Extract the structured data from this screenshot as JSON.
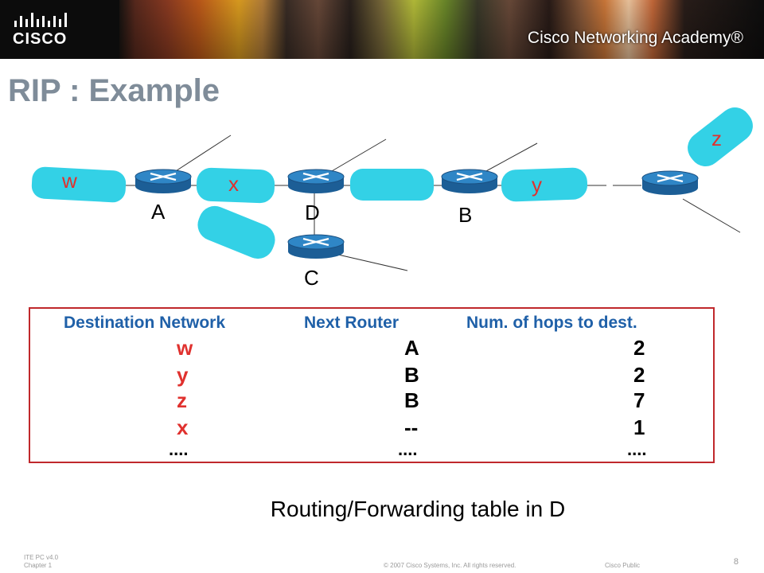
{
  "header": {
    "brand": "CISCO",
    "academy": "Cisco Networking Academy®"
  },
  "slide": {
    "title": "RIP : Example"
  },
  "diagram": {
    "routers": [
      "A",
      "D",
      "B",
      "C"
    ],
    "networks": [
      "w",
      "x",
      "y",
      "z"
    ],
    "router_label_color": "#000000",
    "network_label_color": "#e0312e",
    "network_color": "#33d1e6",
    "router_color": "#2a78b5"
  },
  "table": {
    "headers": [
      "Destination Network",
      "Next  Router",
      "Num. of hops to dest."
    ],
    "rows": [
      {
        "dest": "w",
        "next": "A",
        "hops": "2"
      },
      {
        "dest": "y",
        "next": "B",
        "hops": "2"
      },
      {
        "dest": "z",
        "next": "B",
        "hops": "7"
      },
      {
        "dest": "x",
        "next": "--",
        "hops": "1"
      },
      {
        "dest": "....",
        "next": "....",
        "hops": "...."
      }
    ],
    "border_color": "#c0282c",
    "header_color": "#1f60a8"
  },
  "caption": "Routing/Forwarding table in D",
  "footer": {
    "course": "ITE PC v4.0",
    "chapter": "Chapter 1",
    "copyright": "© 2007 Cisco Systems, Inc. All rights reserved.",
    "classification": "Cisco Public",
    "page": "8"
  }
}
